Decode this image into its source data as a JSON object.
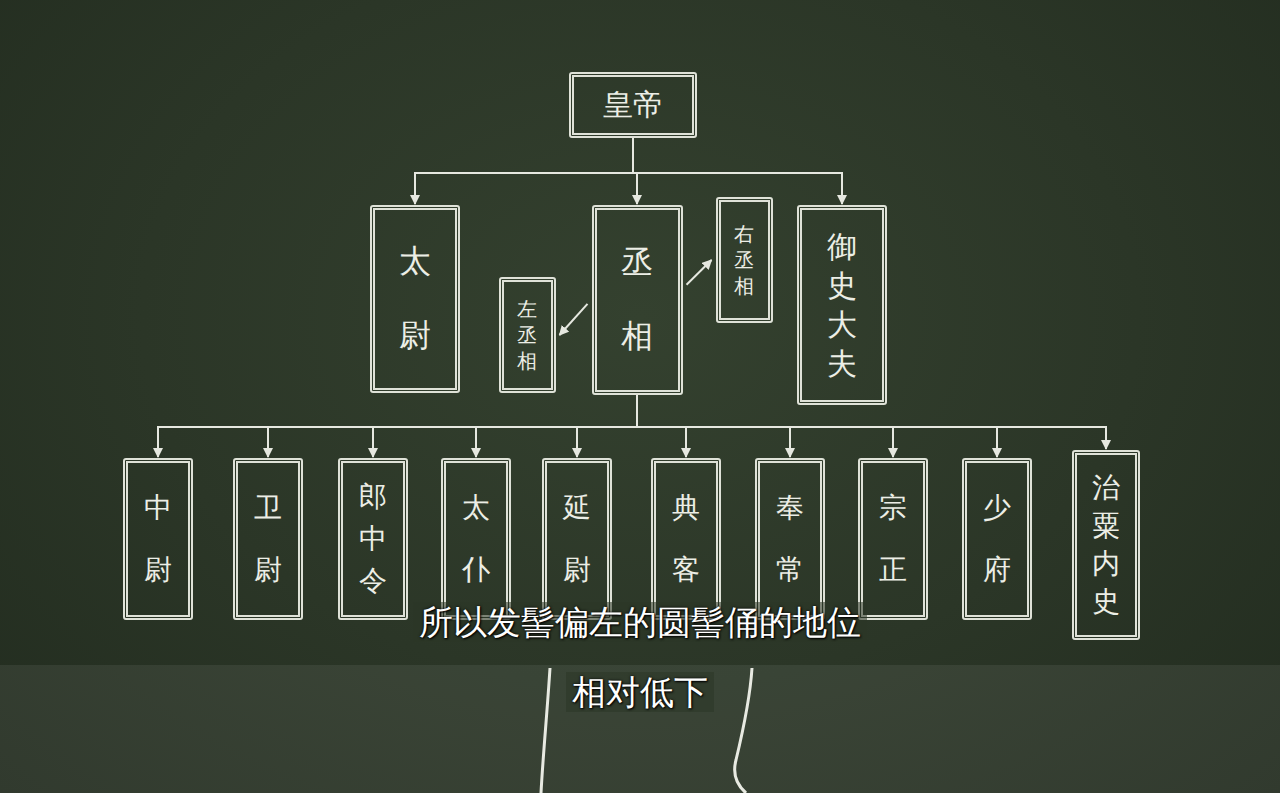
{
  "diagram": {
    "nodes": [
      {
        "text": [
          "皇帝"
        ]
      },
      {
        "text": [
          "太尉"
        ]
      },
      {
        "text": [
          "左丞相"
        ]
      },
      {
        "text": [
          "丞相"
        ]
      },
      {
        "text": [
          "右丞相"
        ]
      },
      {
        "text": [
          "御史大夫"
        ]
      },
      {
        "text": [
          "中尉"
        ]
      },
      {
        "text": [
          "卫尉"
        ]
      },
      {
        "text": [
          "郎中令"
        ]
      },
      {
        "text": [
          "太仆"
        ]
      },
      {
        "text": [
          "延尉"
        ]
      },
      {
        "text": [
          "典客"
        ]
      },
      {
        "text": [
          "奉常"
        ]
      },
      {
        "text": [
          "宗正"
        ]
      },
      {
        "text": [
          "少府"
        ]
      },
      {
        "text": [
          "治粟内史"
        ]
      }
    ],
    "edges": [
      {
        "from": 0,
        "to": 1,
        "arrow": "to"
      },
      {
        "from": 0,
        "to": 3,
        "arrow": "to"
      },
      {
        "from": 0,
        "to": 5,
        "arrow": "to"
      },
      {
        "from": 3,
        "to": 2,
        "arrow": "to"
      },
      {
        "from": 3,
        "to": 4,
        "arrow": "to"
      },
      {
        "from": 3,
        "to": 6,
        "arrow": "to"
      },
      {
        "from": 3,
        "to": 7,
        "arrow": "to"
      },
      {
        "from": 3,
        "to": 8,
        "arrow": "to"
      },
      {
        "from": 3,
        "to": 9,
        "arrow": "to"
      },
      {
        "from": 3,
        "to": 10,
        "arrow": "to"
      },
      {
        "from": 3,
        "to": 11,
        "arrow": "to"
      },
      {
        "from": 3,
        "to": 12,
        "arrow": "to"
      },
      {
        "from": 3,
        "to": 13,
        "arrow": "to"
      },
      {
        "from": 3,
        "to": 14,
        "arrow": "to"
      },
      {
        "from": 3,
        "to": 15,
        "arrow": "to"
      }
    ],
    "labels": [
      "所以发髻偏左的圆髻俑的地位",
      "相对低下"
    ]
  }
}
